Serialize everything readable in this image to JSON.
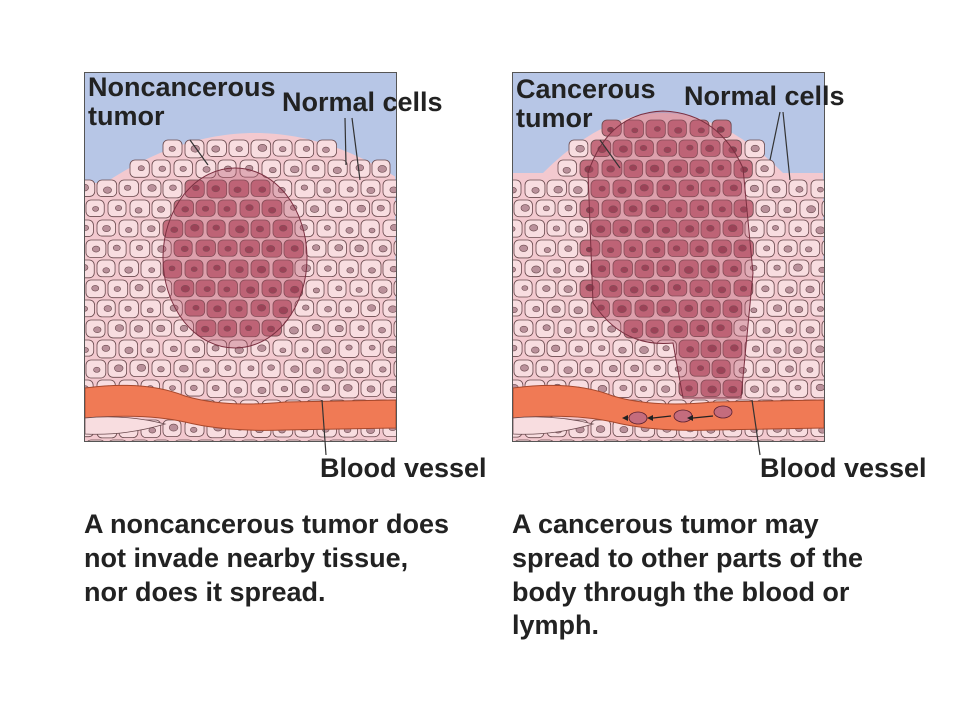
{
  "left": {
    "tumor_label": [
      "Noncancerous",
      "tumor"
    ],
    "normal_label": "Normal cells",
    "vessel_label": "Blood vessel",
    "caption": [
      "A noncancerous tumor does",
      "not invade nearby tissue,",
      "nor does it spread."
    ]
  },
  "right": {
    "tumor_label": [
      "Cancerous",
      "tumor"
    ],
    "normal_label": "Normal cells",
    "vessel_label": "Blood vessel",
    "caption": [
      "A cancerous tumor may",
      "spread to other parts of the",
      "body through the blood or",
      "lymph."
    ]
  },
  "colors": {
    "sky": "#b7c6e6",
    "tissue": "#f3c9cf",
    "cell_fill": "#f8dde0",
    "cell_stroke": "#6a4a4e",
    "tumor_fill": "#b4546a",
    "tumor_cell": "#c46c7d",
    "vessel": "#f07a55",
    "nucleus": "#b9909a"
  }
}
